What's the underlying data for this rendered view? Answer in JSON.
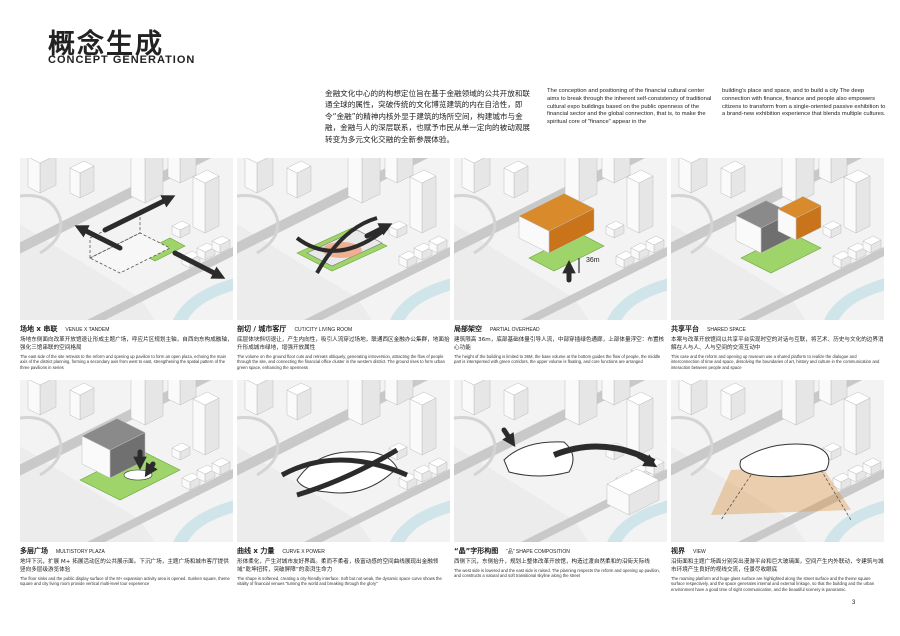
{
  "header": {
    "title_cn": "概念生成",
    "title_en": "CONCEPT GENERATION"
  },
  "intro": {
    "cn": "金融文化中心的的构想定位旨在基于金融领域的公共开放和联通全球的属性，突破传统的文化博览建筑的内在自洽性，即令“金融”的精神内核外显于建筑的场所空间，构建城市与金融，金融与人的深层联系，也赋予市民从单一定向的被动观展转变为多元文化交融的全新参展体验。",
    "en1": "The conception and positioning of the financial cultural center aims to break through the inherent self-consistency of traditional cultural expo buildings based on the public openness of the financial sector and the global connection, that is, to make the spiritual core of \"finance\" appear in the",
    "en2": "building's place and space, and to build a city The deep connection with finance, finance and people also empowers citizens to transform from a single-oriented passive exhibition to a brand-new exhibition experience that blends multiple cultures."
  },
  "panels": [
    {
      "title_cn": "场地 x 串联",
      "title_en": "VENUE X TANDEM",
      "desc_cn": "场地东侧面向改革开放馆退让形成主题广场，呼应片区规划主轴，自西向东构成融轴，强化三馆串联的空间格局",
      "desc_en": "The east side of the site retreats to the reform and opening up pavilion to form an open plaza, echoing the main axis of the district planning, forming a secondary axis from west to east, strengthening the spatial pattern of the three pavilions in series"
    },
    {
      "title_cn": "剖切 / 城市客厅",
      "title_en": "CUT/CITY LIVING ROOM",
      "desc_cn": "底层体块斜切退让，产生内向性，吸引人流穿过场地，联通西区金融办公集群，地面抬升形成城市绿地，增强开放属性",
      "desc_en": "The volume on the ground floor cuts and retreats obliquely, generating introversion, attracting the flow of people through the site, and connecting the financial office cluster in the western district. The ground rises to form urban green space, enhancing the openness"
    },
    {
      "title_cn": "局部架空",
      "title_en": "PARTIAL OVERHEAD",
      "desc_cn": "建筑限高 36m，底部基础体量引导人流，中部穿插绿色通廊，上部体量浮空：布置核心功能",
      "desc_en": "The height of the building is limited to 36M, the base volume at the bottom guides the flow of people, the middle part is interspersed with green corridors, the upper volume is floating, and core functions are arranged"
    },
    {
      "title_cn": "共享平台",
      "title_en": "SHARED SPACE",
      "desc_cn": "本案与改革开放馆间以共享平台实现时空的对话与互联，将艺术、历史与文化的边界消解在人与人、人与空间的交流互动中",
      "desc_en": "This case and the reform and opening up museum use a shared platform to realize the dialogue and interconnection of time and space, dissolving the boundaries of art, history and culture in the communication and interaction between people and space"
    },
    {
      "title_cn": "多层广场",
      "title_en": "MULTISTORY PLAZA",
      "desc_cn": "地坪下沉，扩展 M+ 拓展活动区的公共展示面。下沉广场，主题广场和城市客厅提供竖向多层级游览体验",
      "desc_en": "The floor sinks and the public display surface of the M+ expansion activity area is opened. Sunken square, theme square and city living room provide vertical multi-level tour experience"
    },
    {
      "title_cn": "曲线 x 力量",
      "title_en": "CURVE X POWER",
      "desc_cn": "形体柔化，产生对城市友好界面。柔而不柔者，极富动感的空间曲线展现出金融领域“乾坤扭转，突破屏障”的澎湃生命力",
      "desc_en": "The shape is softened, creating a city-friendly interface. Soft but not weak, the dynamic space curve shows the vitality of financial venues \"turning the world and breaking through the glory\""
    },
    {
      "title_cn": "“晶”字形构图",
      "title_en": "“品” SHAPE COMPOSITION",
      "desc_cn": "西侧下沉，东侧抬升，规划上整体改革开放馆，构造过渡自然柔和的沿街天际线",
      "desc_en": "The west side is lowered and the east side is raised. The planning respects the reform and opening up pavilion, and constructs a natural and soft transitional skyline along the street"
    },
    {
      "title_cn": "视界",
      "title_en": "VIEW",
      "desc_cn": "沿街面和主题广场面分别突出漫游平台和巨大玻璃面，空间产生内外联动，令建筑与城市环境产生良好的视线交流，佳景尽收眼底",
      "desc_en": "The roaming platform and huge glass surface are highlighted along the street surface and the theme square surface respectively, and the space generates internal and external linkage, so that the building and the urban environment have a good time of sight communication, and the beautiful scenery is panoramic."
    }
  ],
  "diagram_labels": {
    "height_label": "36m"
  },
  "page_number": "3",
  "colors": {
    "ground": "#f3f3f3",
    "building": "#ffffff",
    "building_side": "#dcdcdc",
    "road": "#c9c9c9",
    "water": "#cfe5ea",
    "green": "#9fd46a",
    "orange": "#d98a2a",
    "grey": "#6f6f6f",
    "arrow": "#2b2b2b"
  }
}
